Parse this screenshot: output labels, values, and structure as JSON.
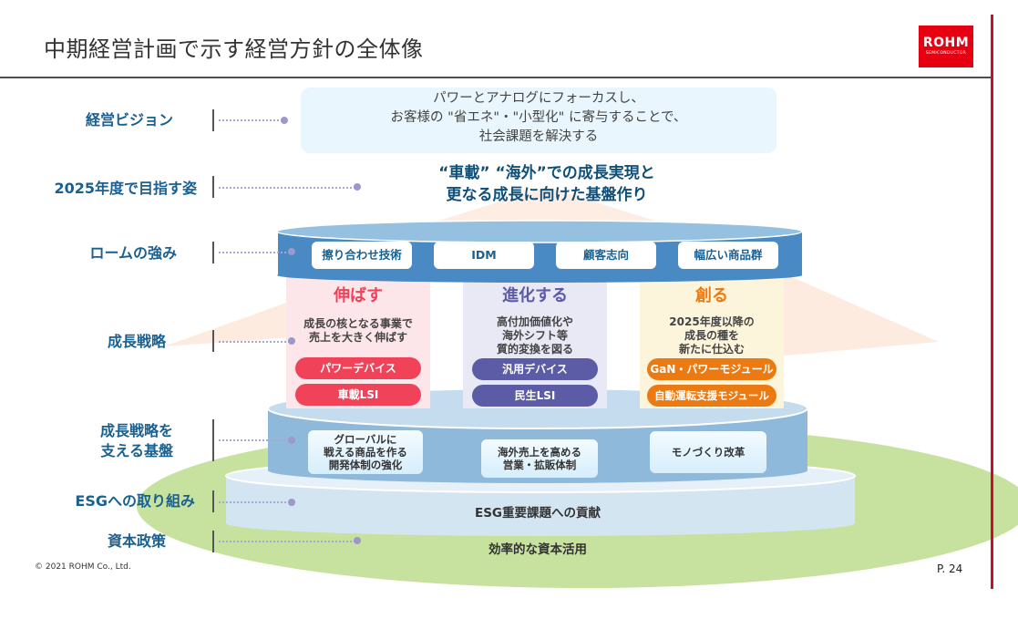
{
  "header": {
    "title": "中期経営計画で示す経営方針の全体像",
    "logo_main": "ROHM",
    "logo_sub": "SEMICONDUCTOR"
  },
  "rows": {
    "vision_label": "経営ビジョン",
    "target_label": "2025年度で目指す姿",
    "strengths_label": "ロームの強み",
    "strategy_label": "成長戦略",
    "foundation_label_1": "成長戦略を",
    "foundation_label_2": "支える基盤",
    "esg_label": "ESGへの取り組み",
    "capital_label": "資本政策"
  },
  "vision": {
    "line1": "パワーとアナログにフォーカスし、",
    "line2": "お客様の \"省エネ\"・\"小型化\" に寄与することで、",
    "line3": "社会課題を解決する"
  },
  "target": {
    "line1": "“車載” “海外”での成長実現と",
    "line2": "更なる成長に向けた基盤作り"
  },
  "strengths": [
    "擦り合わせ技術",
    "IDM",
    "顧客志向",
    "幅広い商品群"
  ],
  "strategy": [
    {
      "heading": "伸ばす",
      "desc": [
        "成長の核となる事業で",
        "売上を大きく伸ばす"
      ],
      "items": [
        "パワーデバイス",
        "車載LSI"
      ],
      "color": "#f0435a"
    },
    {
      "heading": "進化する",
      "desc": [
        "高付加価値化や",
        "海外シフト等",
        "質的変換を図る"
      ],
      "items": [
        "汎用デバイス",
        "民生LSI"
      ],
      "color": "#5b5ba6"
    },
    {
      "heading": "創る",
      "desc": [
        "2025年度以降の",
        "成長の種を",
        "新たに仕込む"
      ],
      "items": [
        "GaN・パワーモジュール",
        "自動運転支援モジュール"
      ],
      "color": "#ec7a12"
    }
  ],
  "foundation": [
    [
      "グローバルに",
      "戦える商品を作る",
      "開発体制の強化"
    ],
    [
      "海外売上を高める",
      "営業・拡販体制"
    ],
    [
      "モノづくり改革"
    ]
  ],
  "esg": {
    "text": "ESG重要課題への貢献"
  },
  "capital": {
    "text": "効率的な資本活用"
  },
  "footer": {
    "copyright": "©  2021 ROHM Co., Ltd.",
    "page": "P. 24"
  }
}
